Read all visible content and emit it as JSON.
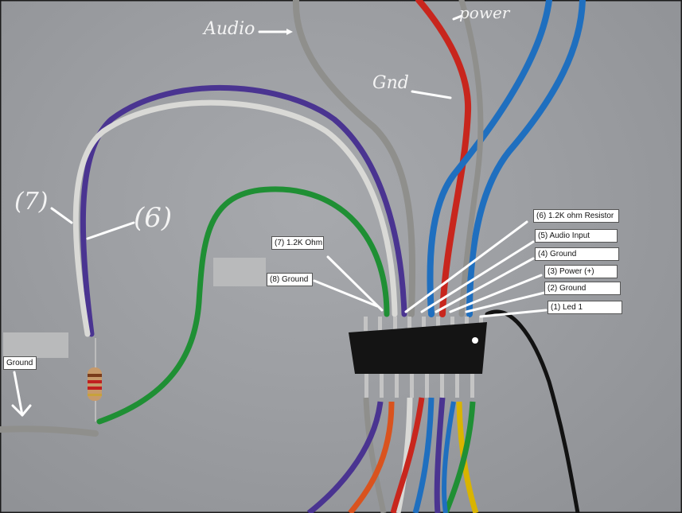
{
  "handwritten": {
    "audio": "Audio",
    "power": "power",
    "gnd": "Gnd",
    "seven": "(7)",
    "six": "(6)"
  },
  "labels": {
    "pin6": "(6) 1.2K ohm Resistor",
    "pin5": "(5) Audio Input",
    "pin4": "(4) Ground",
    "pin3": "(3) Power (+)",
    "pin2": "(2) Ground",
    "pin1": "(1) Led 1",
    "pin7": "(7) 1.2K Ohm",
    "pin8": "(8) Ground",
    "ground": "Ground"
  },
  "colors": {
    "background": "#9c9ea2",
    "wire_gray": "#8f8f8c",
    "wire_red": "#c8261d",
    "wire_blue": "#1f6fbf",
    "wire_purple": "#4a3491",
    "wire_green": "#1f8f34",
    "wire_white": "#d9d9d6",
    "wire_black": "#121212",
    "wire_yellow": "#d9b400",
    "chip": "#141414"
  }
}
